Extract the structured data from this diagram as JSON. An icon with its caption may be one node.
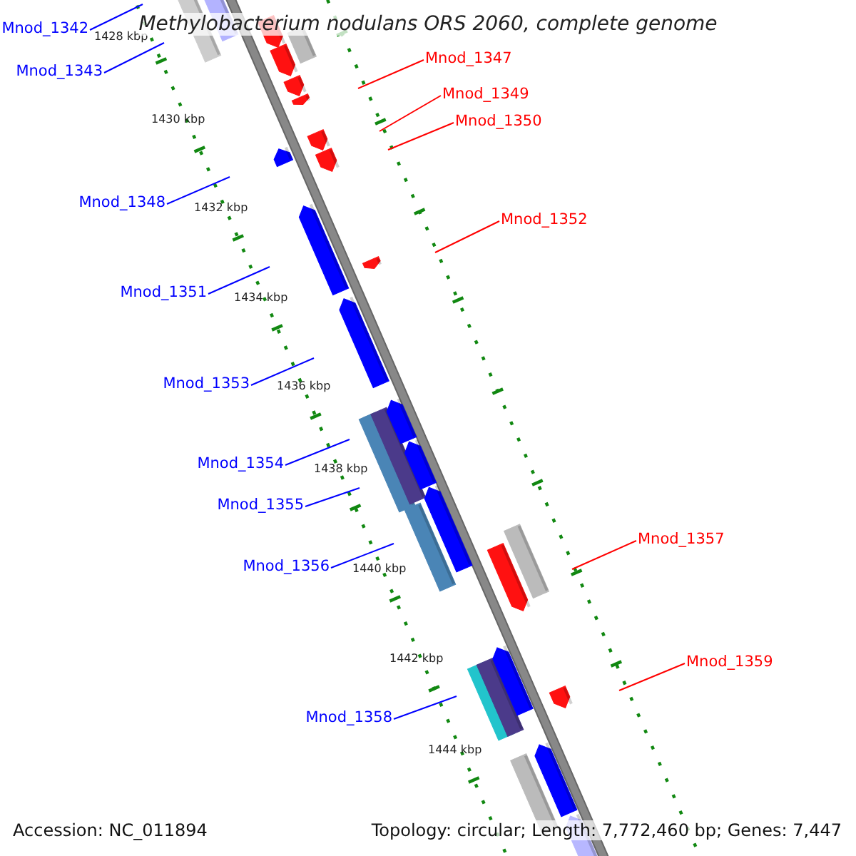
{
  "diagram": {
    "title": "Methylobacterium nodulans ORS 2060, complete genome",
    "nodes": [
      {
        "text": [
          "Mnod_1342"
        ]
      },
      {
        "text": [
          "Mnod_1343"
        ]
      },
      {
        "text": [
          "Mnod_1347"
        ]
      },
      {
        "text": [
          "Mnod_1349"
        ]
      },
      {
        "text": [
          "Mnod_1350"
        ]
      },
      {
        "text": [
          "Mnod_1348"
        ]
      },
      {
        "text": [
          "Mnod_1352"
        ]
      },
      {
        "text": [
          "Mnod_1351"
        ]
      },
      {
        "text": [
          "Mnod_1353"
        ]
      },
      {
        "text": [
          "Mnod_1354"
        ]
      },
      {
        "text": [
          "Mnod_1355"
        ]
      },
      {
        "text": [
          "Mnod_1356"
        ]
      },
      {
        "text": [
          "Mnod_1357"
        ]
      },
      {
        "text": [
          "Mnod_1359"
        ]
      },
      {
        "text": [
          "Mnod_1358"
        ]
      }
    ],
    "edges": [
      {
        "from": 0,
        "to": null,
        "arrow": "none"
      },
      {
        "from": 1,
        "to": null,
        "arrow": "none"
      },
      {
        "from": 2,
        "to": null,
        "arrow": "none",
        "color": "#ff0000"
      },
      {
        "from": 3,
        "to": null,
        "arrow": "none",
        "color": "#ff0000"
      },
      {
        "from": 4,
        "to": null,
        "arrow": "none",
        "color": "#ff0000"
      },
      {
        "from": 5,
        "to": null,
        "arrow": "none"
      },
      {
        "from": 6,
        "to": null,
        "arrow": "none",
        "color": "#ff0000"
      },
      {
        "from": 7,
        "to": null,
        "arrow": "none"
      },
      {
        "from": 8,
        "to": null,
        "arrow": "none"
      },
      {
        "from": 9,
        "to": null,
        "arrow": "none"
      },
      {
        "from": 10,
        "to": null,
        "arrow": "none"
      },
      {
        "from": 11,
        "to": null,
        "arrow": "none"
      },
      {
        "from": 12,
        "to": null,
        "arrow": "none",
        "color": "#ff0000"
      },
      {
        "from": 13,
        "to": null,
        "arrow": "none",
        "color": "#ff0000"
      },
      {
        "from": 14,
        "to": null,
        "arrow": "none"
      }
    ],
    "labels": [
      "1428 kbp",
      "1430 kbp",
      "1432 kbp",
      "1434 kbp",
      "1436 kbp",
      "1438 kbp",
      "1440 kbp",
      "1442 kbp",
      "1444 kbp",
      "Accession: NC_011894",
      "Topology: circular; Length: 7,772,460 bp; Genes: 7,447"
    ]
  }
}
